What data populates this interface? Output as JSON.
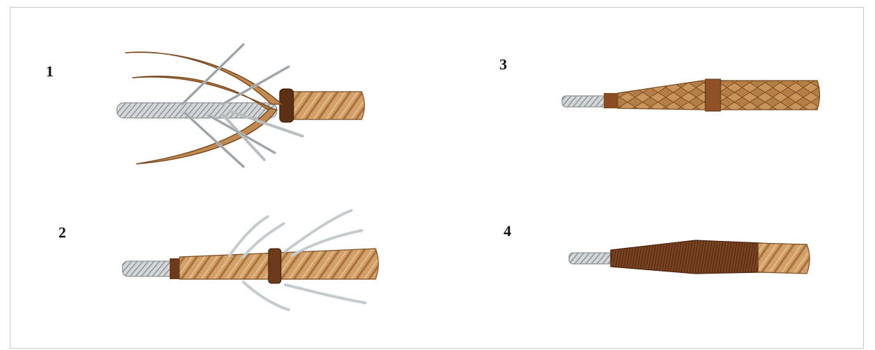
{
  "steps": [
    {
      "label": "1"
    },
    {
      "label": "2"
    },
    {
      "label": "3"
    },
    {
      "label": "4"
    }
  ],
  "colors": {
    "rope": "#c9955a",
    "rope_dark": "#8a5a2b",
    "seizing": "#6b3a1a",
    "wire": "#c8ccce",
    "wire_dark": "#8e9497",
    "frame_border": "#c8c8c8"
  }
}
